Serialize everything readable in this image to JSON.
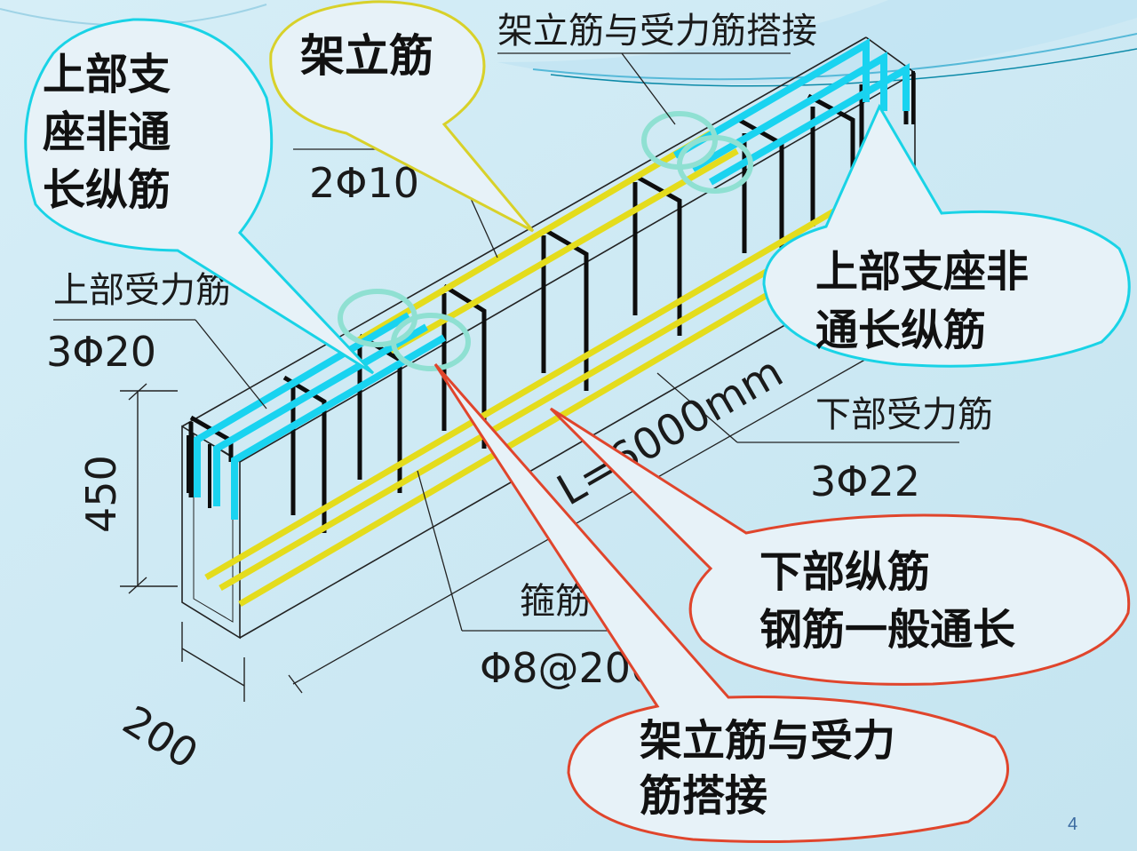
{
  "colors": {
    "background": "#cdeaf4",
    "bubble_fill": "#e7f2f8",
    "bubble_cyan_border": "#19d3e6",
    "bubble_yellow_border": "#d8d12a",
    "bubble_red_border": "#e0452c",
    "rebar_cyan": "#19d3f0",
    "rebar_yellow": "#e4dc1c",
    "rebar_black": "#0d0d0d",
    "lap_ring": "#8fe0d2"
  },
  "labels": {
    "top_support_bar_left": [
      "上部支",
      "座非通",
      "长纵筋"
    ],
    "erection_bar": "架立筋",
    "lap_top": "架立筋与受力筋搭接",
    "top_support_bar_right": [
      "上部支座非",
      "通长纵筋"
    ],
    "bottom_bar_callout": [
      "下部纵筋",
      "钢筋一般通长"
    ],
    "lap_bottom": [
      "架立筋与受力",
      "筋搭接"
    ]
  },
  "dimensions": {
    "erection_spec": "2Φ10",
    "top_main_label": "上部受力筋",
    "top_main_spec": "3Φ20",
    "height": "450",
    "width": "200",
    "length": "L=6000mm",
    "bottom_main_label": "下部受力筋",
    "bottom_main_spec": "3Φ22",
    "stirrup_label": "箍筋",
    "stirrup_spec": "Φ8@200"
  },
  "page": {
    "number": "4"
  }
}
